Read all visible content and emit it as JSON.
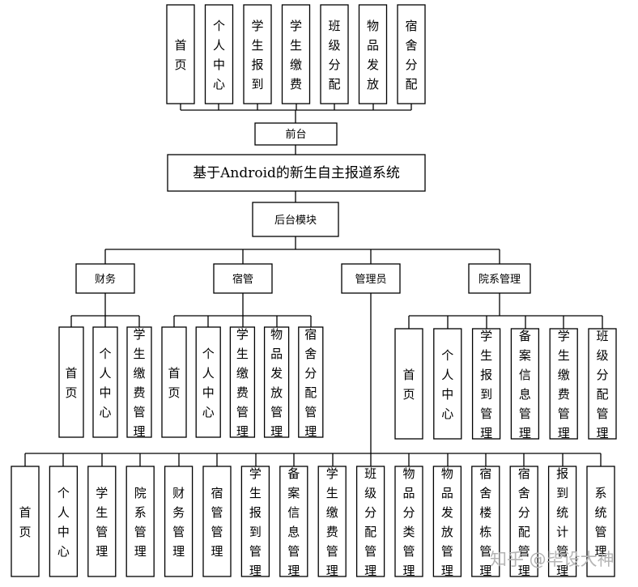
{
  "diagram": {
    "title": "基于Android的新生自主报道系统",
    "frontend": {
      "label": "前台",
      "items": [
        "首页",
        "个人中心",
        "学生报到",
        "学生缴费",
        "班级分配",
        "物品发放",
        "宿舍分配"
      ]
    },
    "backend": {
      "label": "后台模块",
      "roles": [
        {
          "label": "财务",
          "items": [
            "首页",
            "个人中心",
            "学生缴费管理"
          ]
        },
        {
          "label": "宿管",
          "items": [
            "首页",
            "个人中心",
            "学生缴费管理",
            "物品发放管理",
            "宿舍分配管理"
          ]
        },
        {
          "label": "管理员",
          "items": [
            "首页",
            "个人中心",
            "学生管理",
            "院系管理",
            "财务管理",
            "宿管管理",
            "学生报到管理",
            "备案信息管理",
            "学生缴费管理",
            "班级分配管理",
            "物品分类管理",
            "物品发放管理",
            "宿舍楼栋管理",
            "宿舍分配管理",
            "报到统计管理",
            "系统管理"
          ]
        },
        {
          "label": "院系管理",
          "items": [
            "首页",
            "个人中心",
            "学生报到管理",
            "备案信息管理",
            "学生缴费管理",
            "班级分配管理"
          ]
        }
      ]
    }
  },
  "watermark": "知乎 @毕设大神",
  "colors": {
    "line": "#000000",
    "box_fill": "#ffffff",
    "watermark": "#b4b4b4"
  }
}
